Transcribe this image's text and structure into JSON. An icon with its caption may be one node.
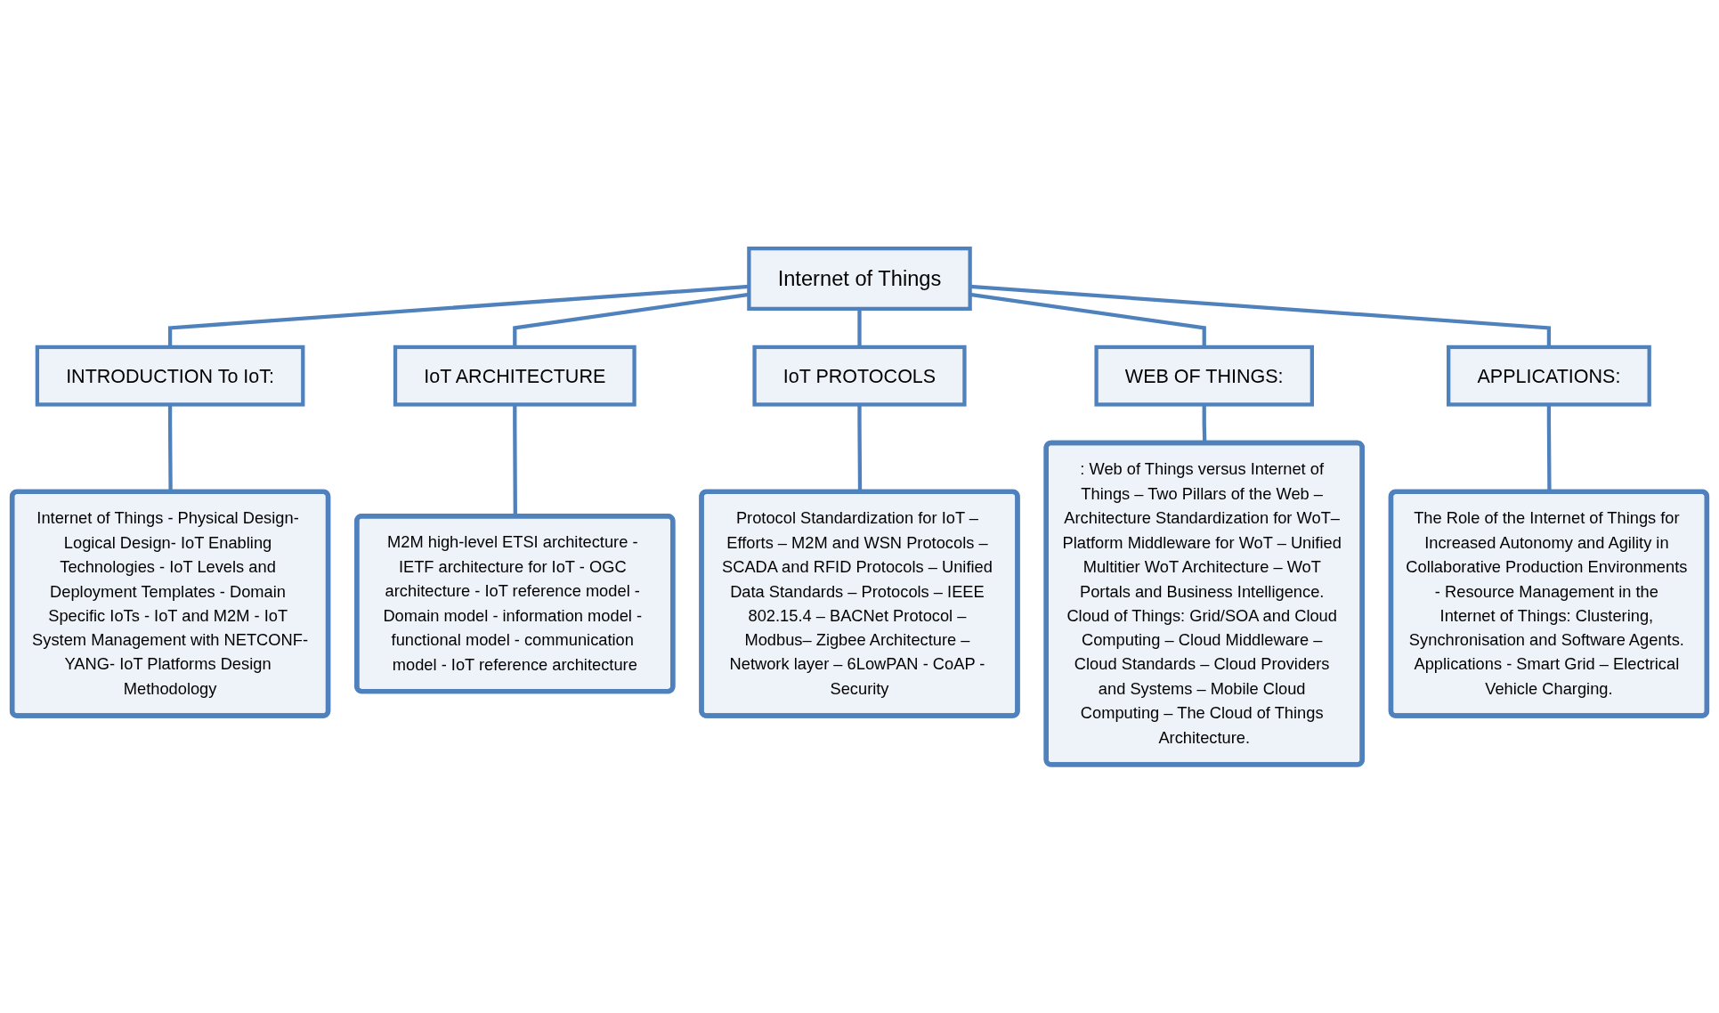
{
  "diagram": {
    "nodes": [
      {
        "text": [
          "Internet of Things"
        ]
      },
      {
        "text": [
          "INTRODUCTION To IoT:"
        ]
      },
      {
        "text": [
          "IoT ARCHITECTURE"
        ]
      },
      {
        "text": [
          "IoT PROTOCOLS"
        ]
      },
      {
        "text": [
          "WEB OF THINGS:"
        ]
      },
      {
        "text": [
          "APPLICATIONS:"
        ]
      },
      {
        "text": [
          "Internet of Things - Physical Design- Logical Design- IoT Enabling Technologies - IoT Levels and Deployment Templates - Domain Specific IoTs - IoT and M2M - IoT System Management with NETCONF-YANG- IoT Platforms Design Methodology"
        ]
      },
      {
        "text": [
          "M2M high-level ETSI architecture - IETF architecture for IoT - OGC architecture - IoT reference model - Domain model - information model - functional model - communication model - IoT reference architecture"
        ]
      },
      {
        "text": [
          "Protocol Standardization for IoT – Efforts – M2M and WSN Protocols – SCADA and RFID Protocols – Unified Data Standards – Protocols – IEEE 802.15.4 – BACNet Protocol – Modbus– Zigbee Architecture – Network layer – 6LowPAN - CoAP - Security"
        ]
      },
      {
        "text": [
          ": Web of Things versus Internet of Things – Two Pillars of the Web – Architecture Standardization for WoT– Platform Middleware for WoT – Unified Multitier WoT Architecture – WoT Portals and Business Intelligence. Cloud of Things: Grid/SOA and Cloud Computing – Cloud Middleware – Cloud Standards – Cloud Providers and Systems – Mobile Cloud Computing – The Cloud of Things Architecture."
        ]
      },
      {
        "text": [
          "The Role of the Internet of Things for Increased Autonomy and Agility in Collaborative Production Environments - Resource Management in the Internet of Things: Clustering, Synchronisation and Software Agents. Applications - Smart Grid – Electrical Vehicle Charging."
        ]
      }
    ],
    "edges": [
      {
        "from": 0,
        "to": 1,
        "arrow": "none"
      },
      {
        "from": 0,
        "to": 2,
        "arrow": "none"
      },
      {
        "from": 0,
        "to": 3,
        "arrow": "none"
      },
      {
        "from": 0,
        "to": 4,
        "arrow": "none"
      },
      {
        "from": 0,
        "to": 5,
        "arrow": "none"
      },
      {
        "from": 1,
        "to": 6,
        "arrow": "none"
      },
      {
        "from": 2,
        "to": 7,
        "arrow": "none"
      },
      {
        "from": 3,
        "to": 8,
        "arrow": "none"
      },
      {
        "from": 4,
        "to": 9,
        "arrow": "none"
      },
      {
        "from": 5,
        "to": 10,
        "arrow": "none"
      }
    ]
  }
}
